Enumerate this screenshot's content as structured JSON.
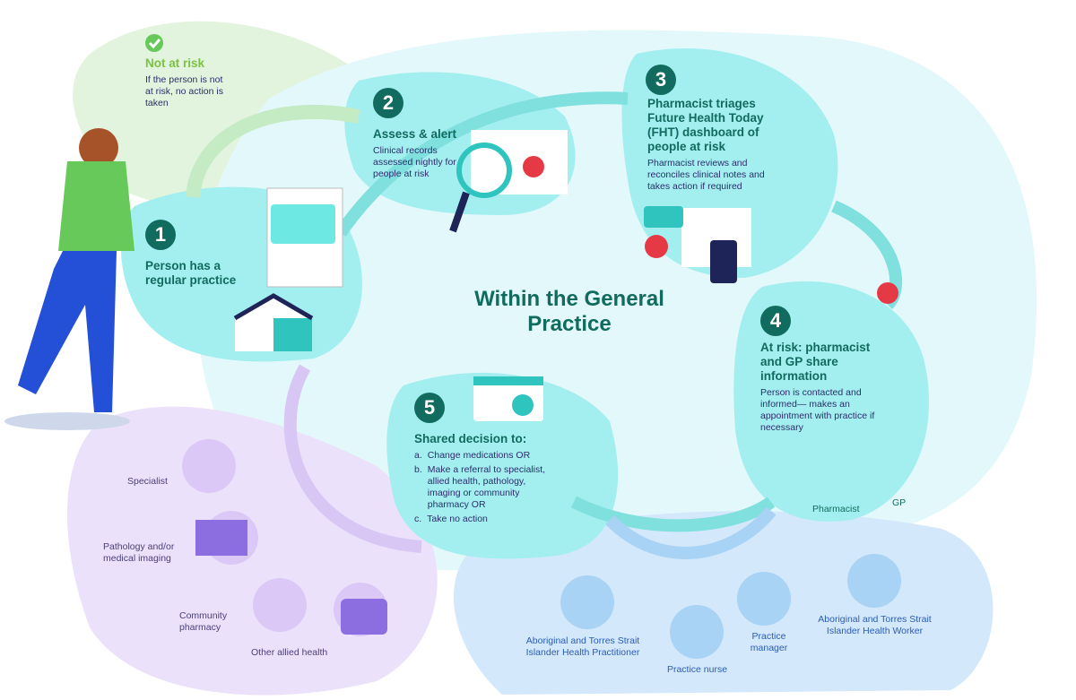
{
  "title": "Within the General Practice",
  "not_at_risk": {
    "heading": "Not at risk",
    "text": "If the person is not at risk, no action is taken"
  },
  "steps": [
    {
      "number": "1",
      "heading": "Person has a regular practice"
    },
    {
      "number": "2",
      "heading": "Assess & alert",
      "text": "Clinical records assessed nightly for people at risk"
    },
    {
      "number": "3",
      "heading": "Pharmacist triages Future Health Today (FHT) dashboard of people at risk",
      "text": "Pharmacist reviews and reconciles clinical notes and takes action if required"
    },
    {
      "number": "4",
      "heading": "At risk: pharmacist and GP share information",
      "text": "Person is contacted and informed— makes an appointment with practice if necessary",
      "roles": [
        "Pharmacist",
        "GP"
      ]
    },
    {
      "number": "5",
      "heading": "Shared decision to:",
      "options": [
        {
          "marker": "a.",
          "text": "Change medications OR"
        },
        {
          "marker": "b.",
          "text": "Make a referral to specialist, allied health, pathology, imaging or community pharmacy OR"
        },
        {
          "marker": "c.",
          "text": "Take no action"
        }
      ]
    }
  ],
  "external": [
    "Specialist",
    "Pathology and/or medical imaging",
    "Community pharmacy",
    "Other allied health"
  ],
  "practice_team": [
    "Aboriginal and Torres Strait Islander Health Practitioner",
    "Practice nurse",
    "Practice manager",
    "Aboriginal and Torres Strait Islander Health Worker"
  ],
  "colors": {
    "heading": "#116b5e",
    "body": "#2b2e6b",
    "teal": "#a3eff0",
    "green": "#e2f4de",
    "purple": "#ebe1fa",
    "blue": "#d3e8fb"
  }
}
